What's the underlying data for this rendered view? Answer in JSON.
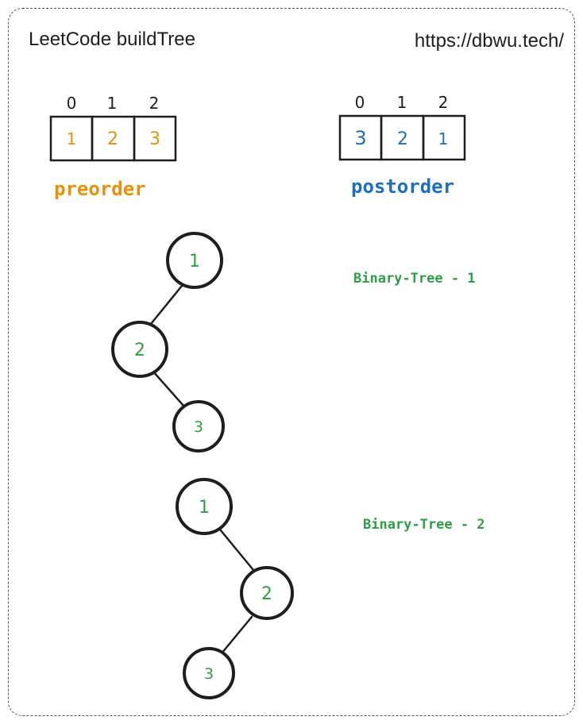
{
  "header": {
    "title": "LeetCode buildTree",
    "site": "https://dbwu.tech/"
  },
  "colors": {
    "preorder": "#e8900c",
    "postorder": "#1c6fbd",
    "tree": "#2f9e44",
    "ink": "#1e1e1e"
  },
  "arrays": [
    {
      "id": "preorder",
      "label": "preorder",
      "indices": [
        "0",
        "1",
        "2"
      ],
      "values": [
        "1",
        "2",
        "3"
      ]
    },
    {
      "id": "postorder",
      "label": "postorder",
      "indices": [
        "0",
        "1",
        "2"
      ],
      "values": [
        "3",
        "2",
        "1"
      ]
    }
  ],
  "trees": [
    {
      "label": "Binary-Tree - 1",
      "nodes": [
        "1",
        "2",
        "3"
      ],
      "edges": [
        [
          "1",
          "2"
        ],
        [
          "2",
          "3"
        ]
      ]
    },
    {
      "label": "Binary-Tree - 2",
      "nodes": [
        "1",
        "2",
        "3"
      ],
      "edges": [
        [
          "1",
          "2"
        ],
        [
          "2",
          "3"
        ]
      ]
    }
  ]
}
